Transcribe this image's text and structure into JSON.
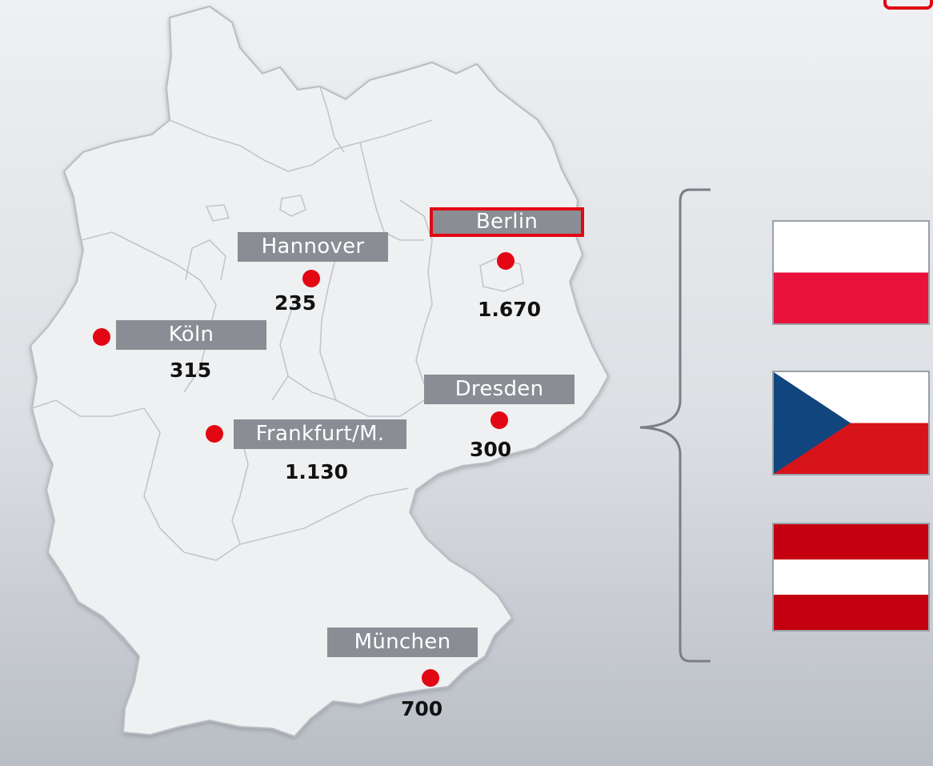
{
  "map": {
    "region": "germany-map"
  },
  "cities": [
    {
      "name": "Berlin",
      "value": "1.670",
      "highlighted": true
    },
    {
      "name": "Hannover",
      "value": "235",
      "highlighted": false
    },
    {
      "name": "Köln",
      "value": "315",
      "highlighted": false
    },
    {
      "name": "Dresden",
      "value": "300",
      "highlighted": false
    },
    {
      "name": "Frankfurt/M.",
      "value": "1.130",
      "highlighted": false
    },
    {
      "name": "München",
      "value": "700",
      "highlighted": false
    }
  ],
  "flags": [
    {
      "country": "poland-flag",
      "colors": [
        "#ffffff",
        "#e8123c"
      ]
    },
    {
      "country": "czech-flag",
      "colors": [
        "#ffffff",
        "#d7141a",
        "#11457e"
      ]
    },
    {
      "country": "austria-flag",
      "colors": [
        "#c40010",
        "#ffffff",
        "#c40010"
      ]
    }
  ],
  "colors": {
    "accent": "#e30613",
    "label_bg": "#8a8d93",
    "map_fill": "#eef0f2",
    "border": "#c2c6cc"
  }
}
